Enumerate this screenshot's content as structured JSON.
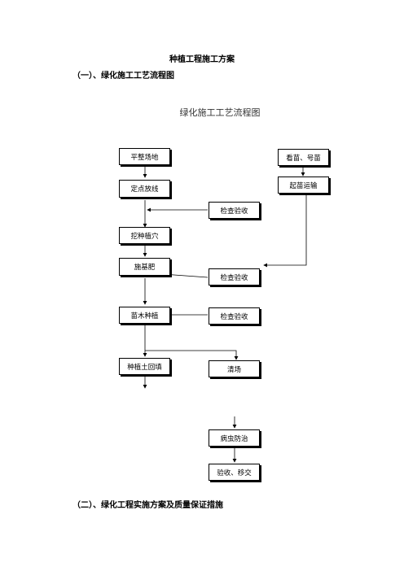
{
  "document": {
    "title": "种植工程施工方案",
    "section1": "（一）、绿化施工工艺流程图",
    "section2": "（二）、绿化工程实施方案及质量保证措施"
  },
  "flowchart": {
    "title": "绿化施工工艺流程图",
    "nodes": {
      "level_site": "平整场地",
      "stake_line": "定点放线",
      "inspect1": "检查验收",
      "dig_holes": "挖种植穴",
      "base_fert": "施基肥",
      "inspect2": "检查验收",
      "planting": "苗木种植",
      "inspect3": "检查验收",
      "backfill": "种植土回填",
      "cleanup": "清场",
      "pest": "病虫防治",
      "accept": "验收、移交",
      "select": "看苗、号苗",
      "transport": "起苗运输"
    }
  }
}
